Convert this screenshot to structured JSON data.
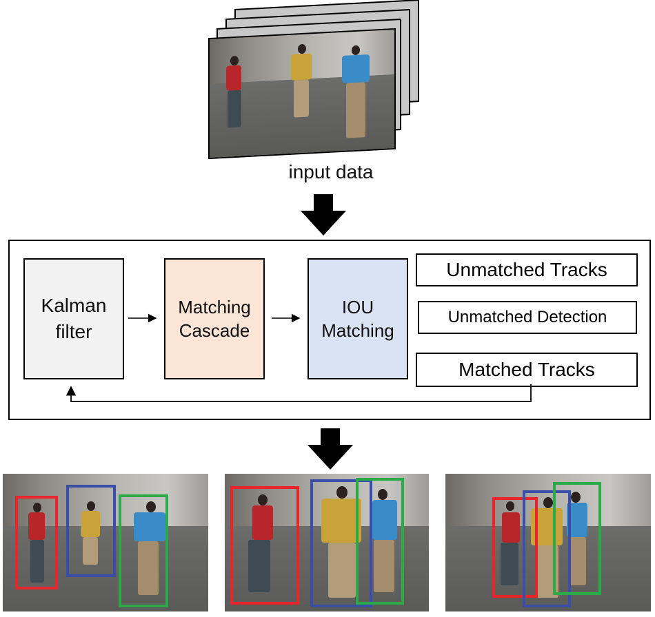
{
  "input_label": "input data",
  "pipeline": {
    "kalman": "Kalman\nfilter",
    "matching_cascade": "Matching\nCascade",
    "iou_matching": "IOU\nMatching",
    "outputs": {
      "unmatched_tracks": "Unmatched Tracks",
      "unmatched_detection": "Unmatched Detection",
      "matched_tracks": "Matched Tracks"
    }
  },
  "colors": {
    "kalman_fill": "#f2f2f2",
    "cascade_fill": "#fbe5d6",
    "iou_fill": "#dae3f3",
    "box_red": "#e8252b",
    "box_blue": "#3a4ea8",
    "box_green": "#2bab48"
  }
}
